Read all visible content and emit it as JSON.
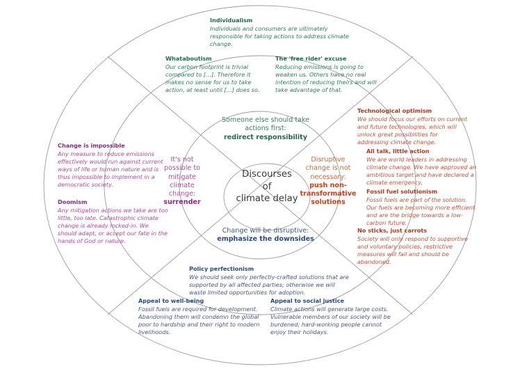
{
  "centre": {
    "line1": "Discourses",
    "line2": "of",
    "line3": "climate delay"
  },
  "strategies": [
    {
      "id": "redirect-responsibility",
      "lead": "Someone else should take actions first:",
      "key": "redirect responsibility",
      "color": "#1f6b50"
    },
    {
      "id": "surrender",
      "lead": "It's not possible to mitigate climate change:",
      "key": "surrender",
      "color": "#8e2b7c"
    },
    {
      "id": "push-non-transformative-solutions",
      "lead": "Disruptive change is not necessary:",
      "key": "push non-transformative solutions",
      "color": "#c1441f"
    },
    {
      "id": "emphasize-the-downsides",
      "lead": "Change will be disruptive:",
      "key": "emphasize the downsides",
      "color": "#2b4a7e"
    }
  ],
  "strategy_text": {
    "redirect": {
      "lead_l1": "Someone else should take",
      "lead_l2": "actions first:",
      "key": "redirect responsibility"
    },
    "surrender": {
      "lead_l1": "It's not",
      "lead_l2": "possible to",
      "lead_l3": "mitigate",
      "lead_l4": "climate",
      "lead_l5": "change:",
      "key": "surrender"
    },
    "push": {
      "lead_l1": "Disruptive",
      "lead_l2": "change is not",
      "lead_l3": "necessary:",
      "key_l1": "push non-",
      "key_l2": "transformative",
      "key_l3": "solutions"
    },
    "downsides": {
      "lead_l1": "Change will be disruptive:",
      "key": "emphasize the downsides"
    }
  },
  "discourses": {
    "individualism": {
      "title": "Individualism",
      "body": "Individuals and consumers are ultimately responsible for taking actions to address climate change.",
      "group": "redirect responsibility"
    },
    "whataboutism": {
      "title": "Whataboutism",
      "body": "Our carbon footprint is trivial compared to […]. Therefore it makes no sense for us to take action, at least until […] does so.",
      "group": "redirect responsibility"
    },
    "free_rider": {
      "title": "The 'free rider' excuse",
      "body": "Reducing emissions is going to weaken us. Others have no real intention of reducing theirs and will take advantage of that.",
      "group": "redirect responsibility"
    },
    "change_impossible": {
      "title": "Change is impossible",
      "body": "Any measure to reduce emissions effectively would run against current ways of life or human nature and is thus impossible to implement in a democratic society.",
      "group": "surrender"
    },
    "doomism": {
      "title": "Doomism",
      "body": "Any mitigation actions we take are too little, too late. Catastrophic climate change is already locked-in. We should adapt, or accept our fate in the hands of God or nature.",
      "group": "surrender"
    },
    "technological_optimism": {
      "title": "Technological optimism",
      "body": "We should focus our efforts on current and future technologies, which will unlock great possibilities for addressing climate change.",
      "group": "push non-transformative solutions"
    },
    "all_talk_little_action": {
      "title": "All talk, little action",
      "body": "We are world leaders in addressing climate change. We have approved an ambitious target and have declared a climate emergency.",
      "group": "push non-transformative solutions"
    },
    "fossil_fuel_solutionism": {
      "title": "Fossil fuel solutionism",
      "body": "Fossil fuels are part of the solution. Our fuels are becoming more efficient and are the bridge towards a low-carbon future.",
      "group": "push non-transformative solutions"
    },
    "no_sticks_just_carrots": {
      "title": "No sticks, just carrots",
      "body": "Society will only respond to supportive and voluntary policies, restrictive measures will fail and should be abandoned.",
      "group": "push non-transformative solutions"
    },
    "policy_perfectionism": {
      "title": "Policy perfectionism",
      "body": "We should seek only perfectly-crafted solutions that are supported by all affected parties; otherwise we will waste limited opportunities for adoption.",
      "group": "emphasize the downsides"
    },
    "appeal_to_well_being": {
      "title": "Appeal to well-being",
      "body": "Fossil fuels are required for development. Abandoning them will condemn the global poor to hardship and their right to modern livelihoods.",
      "group": "emphasize the downsides"
    },
    "appeal_to_social_justice": {
      "title": "Appeal to social justice",
      "body": "Climate actions will generate large costs. Vulnerable members of our society will be burdened; hard-working people cannot enjoy their holidays.",
      "group": "emphasize the downsides"
    }
  },
  "colors": {
    "green": "#1f6b50",
    "purple": "#8e2b7c",
    "red": "#b13b22",
    "blue": "#2b4a7e",
    "ring_stroke": "#9b9b9b",
    "background": "#ffffff"
  }
}
